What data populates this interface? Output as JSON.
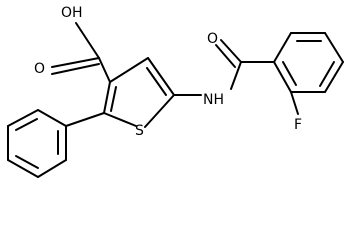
{
  "labels": {
    "hydroxyl": "OH",
    "carbonyl_o_acid": "O",
    "carbonyl_o_amide": "O",
    "amide_nh": "NH",
    "sulfur": "S",
    "fluorine": "F"
  }
}
